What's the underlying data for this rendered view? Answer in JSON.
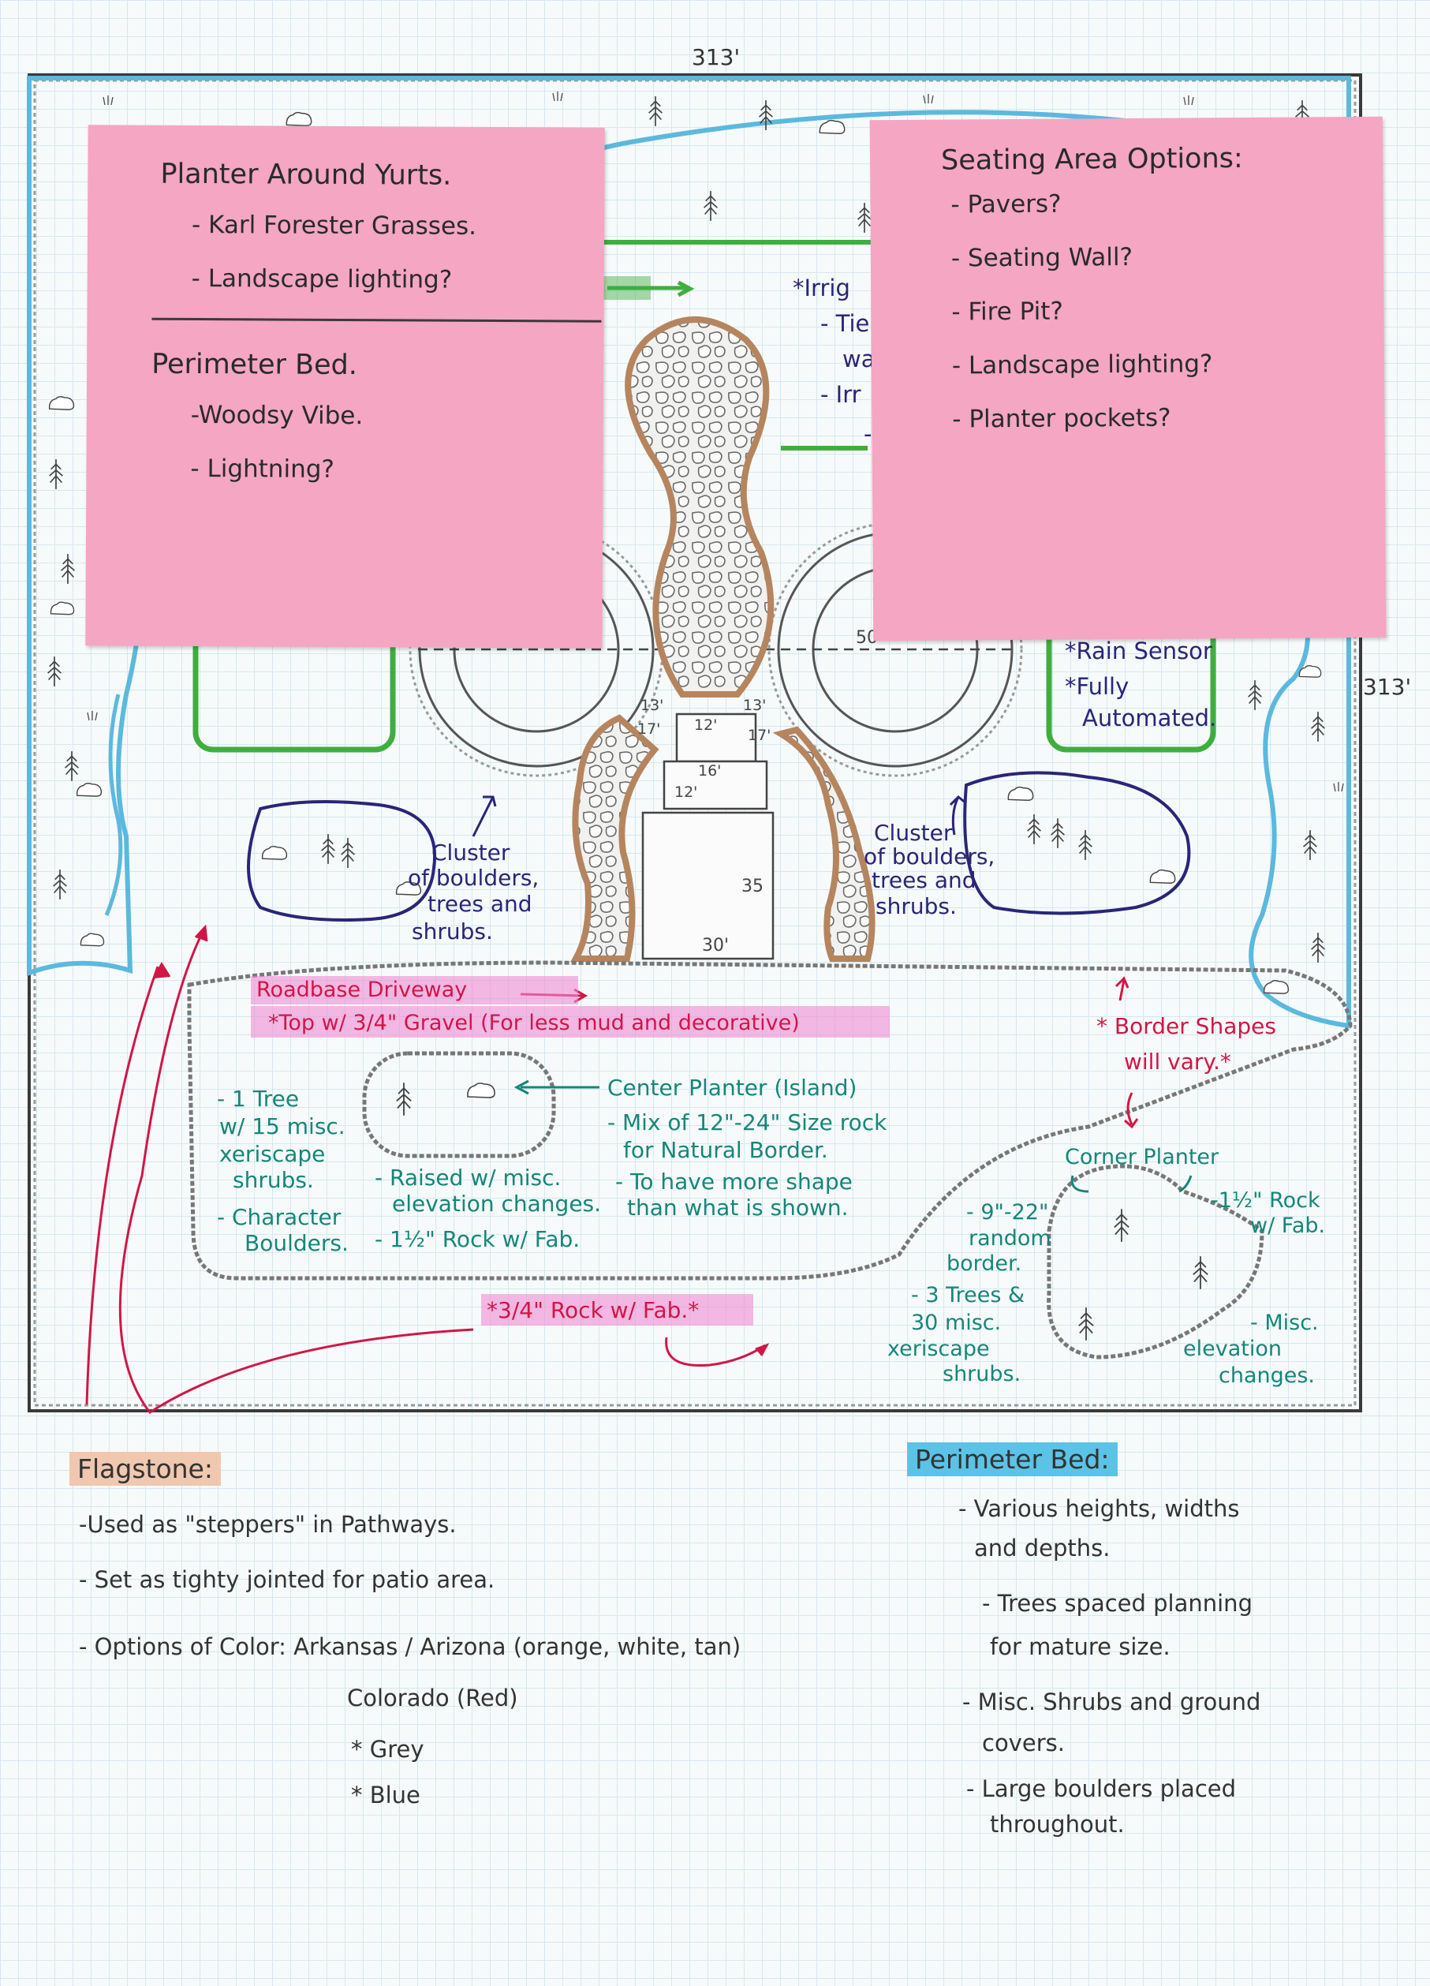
{
  "dimensions": {
    "top": "313'",
    "right": "313'"
  },
  "colors": {
    "ink": "#333333",
    "boundary": "#5bb9de",
    "green": "#3fae3f",
    "teal": "#16867a",
    "navy": "#2a2579",
    "magenta": "#e0197c",
    "red": "#d11646",
    "note_pink": "#f4a6c2",
    "flag_highlight": "#f0c8b0",
    "perimeter_highlight": "#5bc3e6",
    "road_highlight": "#f08ad4"
  },
  "notes": {
    "yurts": {
      "title": "Planter Around Yurts.",
      "items": [
        "- Karl Forester Grasses.",
        "- Landscape lighting?"
      ],
      "perimeter_title": "Perimeter Bed.",
      "perimeter_items": [
        "-Woodsy Vibe.",
        "- Lightning?"
      ]
    },
    "seating": {
      "title": "Seating Area Options:",
      "items": [
        "- Pavers?",
        "- Seating Wall?",
        "- Fire Pit?",
        "- Landscape lighting?",
        "- Planter pockets?"
      ]
    }
  },
  "irrigation": {
    "partial": [
      "*Irrig",
      "- Tie",
      "wa",
      "- Irr",
      "-"
    ],
    "rain_sensor": "*Rain Sensor",
    "fully": "*Fully",
    "automated": "Automated."
  },
  "center": {
    "dims": [
      "13'",
      "13'",
      "17'",
      "12'",
      "17'",
      "16'",
      "12'",
      "35",
      "30'",
      "50"
    ]
  },
  "clusters": {
    "left": [
      "Cluster",
      "of boulders,",
      "trees and",
      "shrubs."
    ],
    "right": [
      "Cluster",
      "of boulders,",
      "trees and",
      "shrubs."
    ]
  },
  "driveway": {
    "line1": "Roadbase Driveway",
    "line2": "*Top w/ 3/4\" Gravel (For less mud and decorative)",
    "rock": "*3/4\" Rock w/ Fab.*",
    "border1": "* Border Shapes",
    "border2": "will vary.*"
  },
  "island": {
    "left_notes": [
      "- 1 Tree",
      "w/ 15 misc.",
      "xeriscape",
      "shrubs.",
      "- Character",
      "Boulders."
    ],
    "mid_notes": [
      "- Raised w/ misc.",
      "elevation changes.",
      "- 1½\" Rock w/ Fab."
    ],
    "title": "Center Planter (Island)",
    "right_notes": [
      "- Mix of 12\"-24\" Size rock",
      "for Natural Border.",
      "- To have more shape",
      "than what is shown."
    ]
  },
  "corner": {
    "title": "Corner Planter",
    "rock": [
      "-1½\" Rock",
      "w/ Fab."
    ],
    "border": [
      "- 9\"-22\"",
      "random",
      "border."
    ],
    "trees": [
      "- 3 Trees &",
      "30 misc.",
      "xeriscape",
      "shrubs."
    ],
    "elev": [
      "- Misc.",
      "elevation",
      "changes."
    ]
  },
  "legend": {
    "flagstone": {
      "heading": "Flagstone:",
      "items": [
        "-Used as \"steppers\" in Pathways.",
        "- Set as tighty jointed for patio area.",
        "- Options of Color: Arkansas / Arizona (orange, white, tan)",
        "Colorado (Red)",
        "* Grey",
        "* Blue"
      ]
    },
    "perimeter": {
      "heading": "Perimeter Bed:",
      "items": [
        "- Various heights, widths",
        "and depths.",
        "- Trees spaced planning",
        "for mature size.",
        "- Misc. Shrubs and ground",
        "covers.",
        "- Large boulders placed",
        "throughout."
      ]
    }
  }
}
